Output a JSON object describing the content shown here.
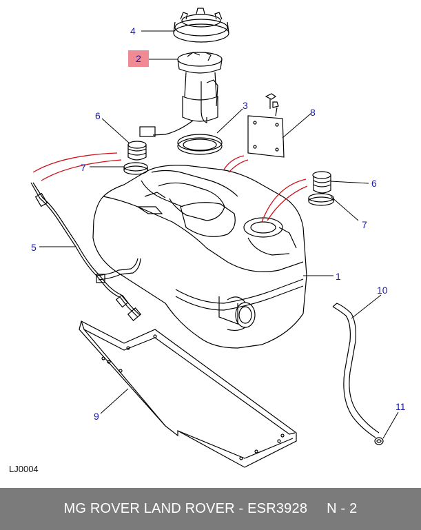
{
  "callouts": {
    "c1": "1",
    "c2": "2",
    "c3": "3",
    "c4": "4",
    "c5": "5",
    "c6a": "6",
    "c6b": "6",
    "c7a": "7",
    "c7b": "7",
    "c8": "8",
    "c9": "9",
    "c10": "10",
    "c11": "11"
  },
  "reference_code": "LJ0004",
  "footer": {
    "brand": "MG ROVER LAND ROVER - ESR3928",
    "page": "N - 2"
  },
  "colors": {
    "callout_text": "#1a1aa6",
    "highlight": "#f08a95",
    "red_arrow": "#d0101a",
    "footer_bg": "#7b7b7b"
  }
}
